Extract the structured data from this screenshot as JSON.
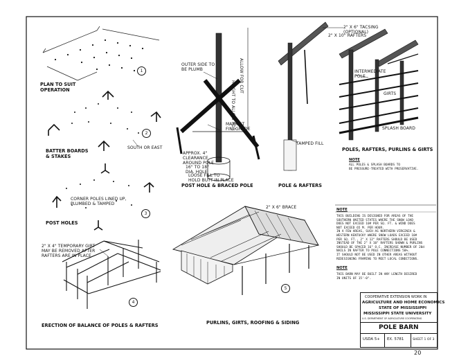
{
  "sheet": {
    "panel_numbers": [
      "1",
      "2",
      "3",
      "4",
      "5"
    ],
    "captions": {
      "plan": "PLAN TO SUIT\nOPERATION",
      "batter": "BATTER BOARDS\n& STAKES",
      "holes": "POST HOLES",
      "erection": "ERECTION OF BALANCE OF POLES & RAFTERS",
      "braced": "POST HOLE & BRACED POLE",
      "pole_rafters": "POLE & RAFTERS",
      "girts": "POLES, RAFTERS, PURLINS & GIRTS",
      "siding": "PURLINS, GIRTS, ROOFING & SIDING"
    },
    "labels": {
      "south_east": "SOUTH OR EAST",
      "corner_poles": "CORNER POLES LINED UP,\nPLUMBED & TAMPED",
      "temp_girt": "2\" X 4\" TEMPORARY GIRT\nMAY BE REMOVED AFTER\nRAFTERS ARE IN PLACE",
      "outer_side": "OUTER SIDE TO\nBE PLUMB",
      "allow_cut": "ALLOW FOR CUT",
      "height_cut": "HEIGHT TO ALLOW FOR",
      "mark_grade": "MARK AT\nFIN. GRADE",
      "clearance": "APPROX. 4\"\nCLEARANCE\nAROUND POLE",
      "hole_dia": "16\" TO 18\"\nDIA. HOLE",
      "loose_fill": "LOOSE FILL TO\nHOLD BUTT IN PLACE",
      "tamped": "TAMPED FILL",
      "tacsing": "2\" X 6\" TACSING\n(OPTIONAL)",
      "rafters": "2\" X 10\" RAFTERS",
      "intermediate": "INTERMEDIATE\nPOLE",
      "girts": "GIRTS",
      "splash": "SPLASH BOARD",
      "brace": "2\" X 6\" BRACE",
      "note_small_h": "NOTE",
      "note_small": "ALL POLES & SPLASH BOARDS TO\nBE PRESSURE-TREATED WITH PRESERVATIVE."
    },
    "note1_heading": "NOTE",
    "note1": "THIS BUILDING IS DESIGNED FOR AREAS OF THE\nSOUTHERN UNITED STATES WHERE THE SNOW LOAD\nDOES NOT EXCEED 10# PER SQ. FT. & WIND DOES\nNOT EXCEED 65 M. PER HOUR.\nIN A FEW AREAS, SUCH AS NORTHERN VIRGINIA &\nWESTERN KENTUCKY WHERE SNOW LOADS EXCEED 10#\nPER SQ. FT., 2\" X 12\" RAFTERS SHOULD BE USED\nINSTEAD OF THE 2\" X 10\" RAFTERS SHOWN & PURLINS\nSHOULD BE SPACED 16\" O.C. INCREASE NUMBER OF 20d\nNAILS IN RAFTER TO POLE CONNECTIONS 50%.\nIT SHOULD NOT BE USED IN OTHER AREAS WITHOUT\nREDESIGNING FRAMING TO MEET LOCAL CONDITIONS.",
    "note2_heading": "NOTE",
    "note2": "THIS BARN MAY BE BUILT IN ANY LENGTH DESIRED\nIN UNITS OF 15'-0\".",
    "title_block": {
      "line1": "COOPERATIVE EXTENSION WORK IN",
      "line2": "AGRICULTURE AND HOME ECONOMICS",
      "line3": "STATE OF MISSISSIPPI",
      "line4": "MISSISSIPPI STATE UNIVERSITY",
      "line5": "U.S. DEPARTMENT OF AGRICULTURE COOPERATING",
      "title": "POLE BARN",
      "usda": "USDA 5+",
      "ex": "EX. 5781",
      "sheet": "SHEET 1 OF 3"
    },
    "page_number": "20"
  }
}
